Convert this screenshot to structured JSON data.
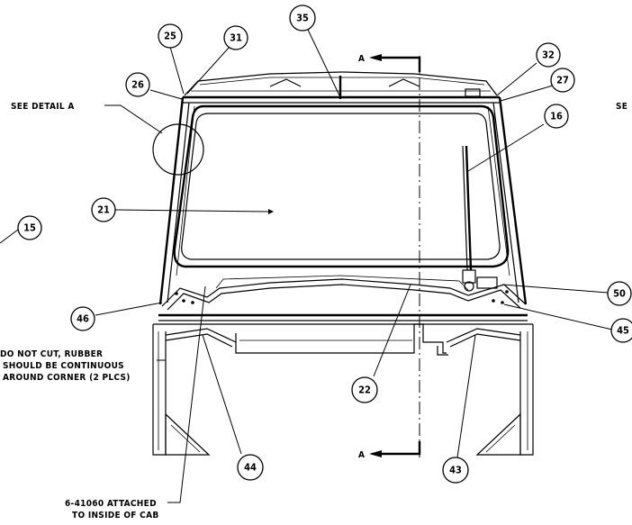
{
  "notes": {
    "see_detail_left": "SEE DETAIL  A",
    "see_detail_right_clipped": "SE",
    "rubber_line1": "DO NOT CUT, RUBBER",
    "rubber_line2": "SHOULD BE CONTINUOUS",
    "rubber_line3": "AROUND CORNER (2 PLCS)",
    "attach_line1": "6-41060 ATTACHED",
    "attach_line2": "TO INSIDE OF CAB"
  },
  "section": {
    "top_label": "A",
    "bottom_label": "A"
  },
  "balloons": {
    "b15": "15",
    "b16": "16",
    "b21": "21",
    "b22": "22",
    "b25": "25",
    "b26": "26",
    "b27": "27",
    "b31": "31",
    "b32": "32",
    "b35": "35",
    "b43": "43",
    "b44": "44",
    "b45": "45",
    "b46": "46",
    "b50": "50"
  }
}
